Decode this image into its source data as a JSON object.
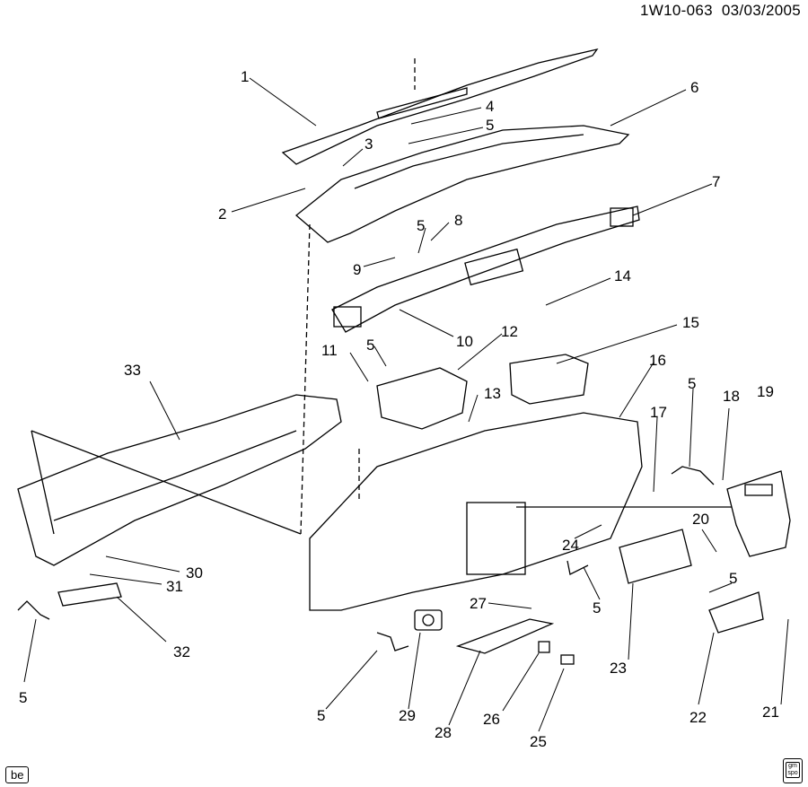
{
  "header": {
    "doc_id": "1W10-063",
    "date": "03/03/2005"
  },
  "footer": {
    "code": "be",
    "logo_text": "gm spo"
  },
  "labels": [
    {
      "id": "c1",
      "text": "1"
    },
    {
      "id": "c2",
      "text": "2"
    },
    {
      "id": "c3",
      "text": "3"
    },
    {
      "id": "c4",
      "text": "4"
    },
    {
      "id": "c5a",
      "text": "5"
    },
    {
      "id": "c6",
      "text": "6"
    },
    {
      "id": "c7",
      "text": "7"
    },
    {
      "id": "c8",
      "text": "8"
    },
    {
      "id": "c5b",
      "text": "5"
    },
    {
      "id": "c9",
      "text": "9"
    },
    {
      "id": "c10",
      "text": "10"
    },
    {
      "id": "c14",
      "text": "14"
    },
    {
      "id": "c15",
      "text": "15"
    },
    {
      "id": "c12",
      "text": "12"
    },
    {
      "id": "c11",
      "text": "11"
    },
    {
      "id": "c5c",
      "text": "5"
    },
    {
      "id": "c13",
      "text": "13"
    },
    {
      "id": "c16",
      "text": "16"
    },
    {
      "id": "c33",
      "text": "33"
    },
    {
      "id": "c5d",
      "text": "5"
    },
    {
      "id": "c18",
      "text": "18"
    },
    {
      "id": "c19",
      "text": "19"
    },
    {
      "id": "c17",
      "text": "17"
    },
    {
      "id": "c20",
      "text": "20"
    },
    {
      "id": "c24",
      "text": "24"
    },
    {
      "id": "c5e",
      "text": "5"
    },
    {
      "id": "c5f",
      "text": "5"
    },
    {
      "id": "c30",
      "text": "30"
    },
    {
      "id": "c31",
      "text": "31"
    },
    {
      "id": "c27",
      "text": "27"
    },
    {
      "id": "c32",
      "text": "32"
    },
    {
      "id": "c5g",
      "text": "5"
    },
    {
      "id": "c23",
      "text": "23"
    },
    {
      "id": "c21",
      "text": "21"
    },
    {
      "id": "c22",
      "text": "22"
    },
    {
      "id": "c5h",
      "text": "5"
    },
    {
      "id": "c29",
      "text": "29"
    },
    {
      "id": "c28",
      "text": "28"
    },
    {
      "id": "c26",
      "text": "26"
    },
    {
      "id": "c25",
      "text": "25"
    }
  ]
}
